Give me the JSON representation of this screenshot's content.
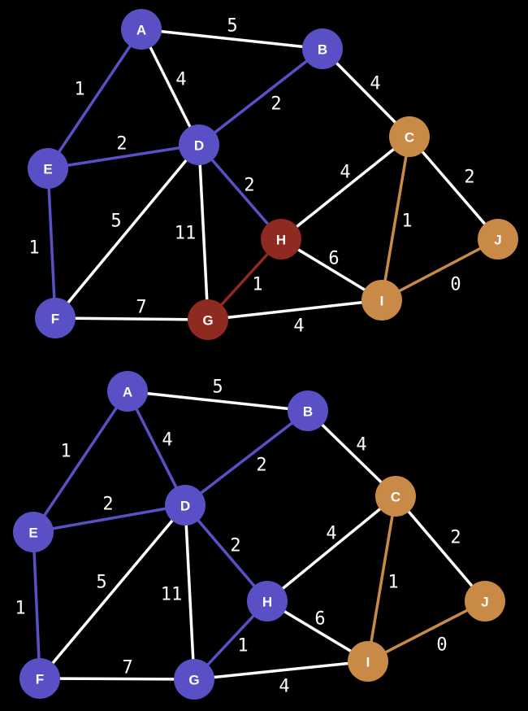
{
  "colors": {
    "blue": "#5a50c6",
    "red": "#8e2a1f",
    "orange": "#c98a47",
    "white": "#ffffff"
  },
  "graphs": [
    {
      "name": "top",
      "nodes": [
        {
          "id": "A",
          "color": "blue"
        },
        {
          "id": "B",
          "color": "blue"
        },
        {
          "id": "C",
          "color": "orange"
        },
        {
          "id": "D",
          "color": "blue"
        },
        {
          "id": "E",
          "color": "blue"
        },
        {
          "id": "F",
          "color": "blue"
        },
        {
          "id": "G",
          "color": "red"
        },
        {
          "id": "H",
          "color": "red"
        },
        {
          "id": "I",
          "color": "orange"
        },
        {
          "id": "J",
          "color": "orange"
        }
      ],
      "edges": [
        {
          "from": "A",
          "to": "B",
          "weight": "5",
          "color": "white"
        },
        {
          "from": "A",
          "to": "D",
          "weight": "4",
          "color": "white"
        },
        {
          "from": "A",
          "to": "E",
          "weight": "1",
          "color": "blue"
        },
        {
          "from": "B",
          "to": "D",
          "weight": "2",
          "color": "blue"
        },
        {
          "from": "B",
          "to": "C",
          "weight": "4",
          "color": "white"
        },
        {
          "from": "D",
          "to": "E",
          "weight": "2",
          "color": "blue"
        },
        {
          "from": "E",
          "to": "F",
          "weight": "1",
          "color": "blue"
        },
        {
          "from": "D",
          "to": "F",
          "weight": "5",
          "color": "white"
        },
        {
          "from": "D",
          "to": "G",
          "weight": "11",
          "color": "white"
        },
        {
          "from": "D",
          "to": "H",
          "weight": "2",
          "color": "blue"
        },
        {
          "from": "F",
          "to": "G",
          "weight": "7",
          "color": "white"
        },
        {
          "from": "G",
          "to": "H",
          "weight": "1",
          "color": "red"
        },
        {
          "from": "G",
          "to": "I",
          "weight": "4",
          "color": "white"
        },
        {
          "from": "H",
          "to": "C",
          "weight": "4",
          "color": "white"
        },
        {
          "from": "H",
          "to": "I",
          "weight": "6",
          "color": "white"
        },
        {
          "from": "C",
          "to": "I",
          "weight": "1",
          "color": "orange"
        },
        {
          "from": "C",
          "to": "J",
          "weight": "2",
          "color": "white"
        },
        {
          "from": "I",
          "to": "J",
          "weight": "0",
          "color": "orange"
        }
      ]
    },
    {
      "name": "bottom",
      "nodes": [
        {
          "id": "A",
          "color": "blue"
        },
        {
          "id": "B",
          "color": "blue"
        },
        {
          "id": "C",
          "color": "orange"
        },
        {
          "id": "D",
          "color": "blue"
        },
        {
          "id": "E",
          "color": "blue"
        },
        {
          "id": "F",
          "color": "blue"
        },
        {
          "id": "G",
          "color": "blue"
        },
        {
          "id": "H",
          "color": "blue"
        },
        {
          "id": "I",
          "color": "orange"
        },
        {
          "id": "J",
          "color": "orange"
        }
      ],
      "edges": [
        {
          "from": "A",
          "to": "B",
          "weight": "5",
          "color": "white"
        },
        {
          "from": "A",
          "to": "D",
          "weight": "4",
          "color": "blue"
        },
        {
          "from": "A",
          "to": "E",
          "weight": "1",
          "color": "blue"
        },
        {
          "from": "B",
          "to": "D",
          "weight": "2",
          "color": "blue"
        },
        {
          "from": "B",
          "to": "C",
          "weight": "4",
          "color": "white"
        },
        {
          "from": "D",
          "to": "E",
          "weight": "2",
          "color": "blue"
        },
        {
          "from": "E",
          "to": "F",
          "weight": "1",
          "color": "blue"
        },
        {
          "from": "D",
          "to": "F",
          "weight": "5",
          "color": "white"
        },
        {
          "from": "D",
          "to": "G",
          "weight": "11",
          "color": "white"
        },
        {
          "from": "D",
          "to": "H",
          "weight": "2",
          "color": "blue"
        },
        {
          "from": "F",
          "to": "G",
          "weight": "7",
          "color": "white"
        },
        {
          "from": "G",
          "to": "H",
          "weight": "1",
          "color": "blue"
        },
        {
          "from": "G",
          "to": "I",
          "weight": "4",
          "color": "white"
        },
        {
          "from": "H",
          "to": "C",
          "weight": "4",
          "color": "white"
        },
        {
          "from": "H",
          "to": "I",
          "weight": "6",
          "color": "white"
        },
        {
          "from": "C",
          "to": "I",
          "weight": "1",
          "color": "orange"
        },
        {
          "from": "C",
          "to": "J",
          "weight": "2",
          "color": "white"
        },
        {
          "from": "I",
          "to": "J",
          "weight": "0",
          "color": "orange"
        }
      ]
    }
  ]
}
